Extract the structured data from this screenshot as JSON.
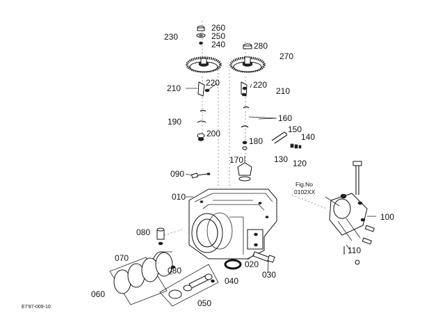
{
  "labels": {
    "p230": "230",
    "p260": "260",
    "p250": "250",
    "p240": "240",
    "p280": "280",
    "p270": "270",
    "p210_left": "210",
    "p220_left": "220",
    "p220_right": "220",
    "p210_right": "210",
    "p190": "190",
    "p200": "200",
    "p160": "160",
    "p150": "150",
    "p140": "140",
    "p180": "180",
    "p130": "130",
    "p120": "120",
    "p170": "170",
    "p090": "090",
    "p010": "010",
    "p100": "100",
    "p110": "110",
    "p080_top": "080",
    "p070": "070",
    "p080_bottom": "080",
    "p020": "020",
    "p030": "030",
    "p040": "040",
    "p060": "060",
    "p050": "050"
  },
  "fig_ref": {
    "line1": "Fig.No",
    "line2": "0102XX"
  },
  "footer_code": "E7'87-009-10"
}
